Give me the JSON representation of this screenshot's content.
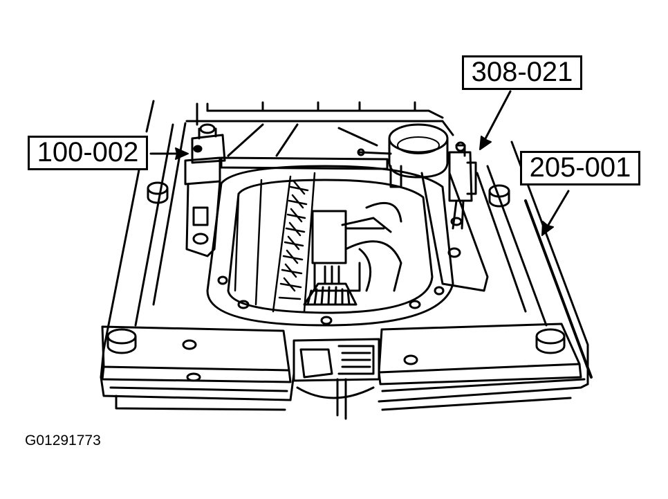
{
  "callouts": {
    "gauge_block_tool": "100-002",
    "dial_indicator_tool": "308-021",
    "holding_fixture_tool": "205-001"
  },
  "figure_id": "G01291773",
  "colors": {
    "line": "#000000",
    "background": "#ffffff"
  }
}
